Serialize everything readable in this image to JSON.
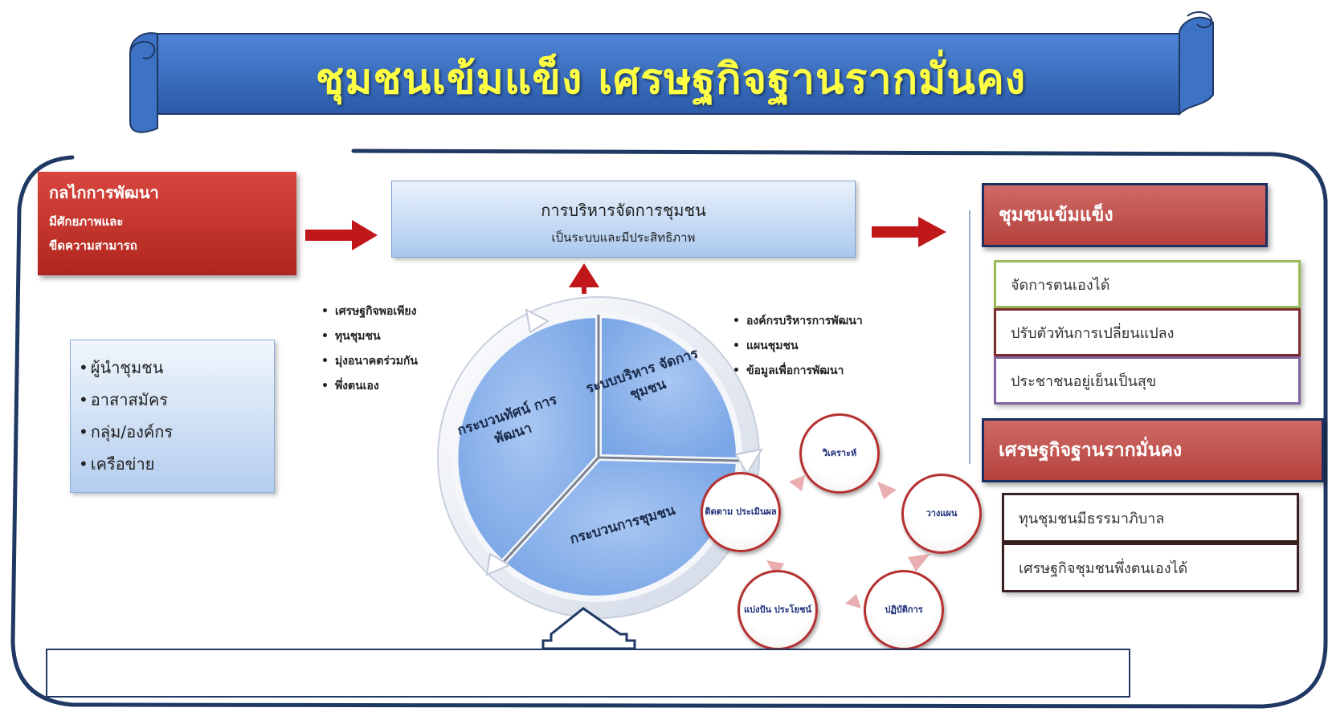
{
  "banner": {
    "title": "ชุมชนเข้มแข็ง เศรษฐกิจฐานรากมั่นคง"
  },
  "mechanism": {
    "title": "กลไกการพัฒนา",
    "line1": "มีศักยภาพและ",
    "line2": "ขีดความสามารถ"
  },
  "management": {
    "title": "การบริหารจัดการชุมชน",
    "subtitle": "เป็นระบบและมีประสิทธิภาพ"
  },
  "actors": [
    "ผู้นำชุมชน",
    "อาสาสมัคร",
    "กลุ่ม/องค์กร",
    "เครือข่าย"
  ],
  "left_bullets": [
    "เศรษฐกิจพอเพียง",
    "ทุนชุมชน",
    "มุ่งอนาคตร่วมกัน",
    "พึ่งตนเอง"
  ],
  "right_bullets": [
    "องค์กรบริหารการพัฒนา",
    "แผนชุมชน",
    "ข้อมูลเพื่อการพัฒนา"
  ],
  "pie": {
    "segment_left": "กระบวนทัศน์ การพัฒนา",
    "segment_right": "ระบบบริหาร จัดการชุมชน",
    "segment_bottom": "กระบวนการชุมชน"
  },
  "cycle": {
    "analyze": "วิเคราะห์",
    "plan": "วางแผน",
    "implement": "ปฏิบัติการ",
    "share": "แบ่งปัน ประโยชน์",
    "evaluate": "ติดตาม ประเมินผล"
  },
  "strong_community": {
    "title": "ชุมชนเข้มแข็ง",
    "items": [
      "จัดการตนเองได้",
      "ปรับตัวทันการเปลี่ยนแปลง",
      "ประชาชนอยู่เย็นเป็นสุข"
    ],
    "item_border_colors": [
      "#9bbb59",
      "#7b2c2c",
      "#8064a2"
    ]
  },
  "stable_economy": {
    "title": "เศรษฐกิจฐานรากมั่นคง",
    "items": [
      "ทุนชุมชนมีธรรมาภิบาล",
      "เศรษฐกิจชุมชนพึ่งตนเองได้"
    ],
    "item_border_color": "#3a2020"
  },
  "bottom_bar": {
    "text": ""
  },
  "colors": {
    "banner": "#2e63b5",
    "frame": "#1f3864",
    "arrow_red": "#c0171b",
    "pie_blue": "#8db3ea",
    "header_red": "#b5423d"
  }
}
